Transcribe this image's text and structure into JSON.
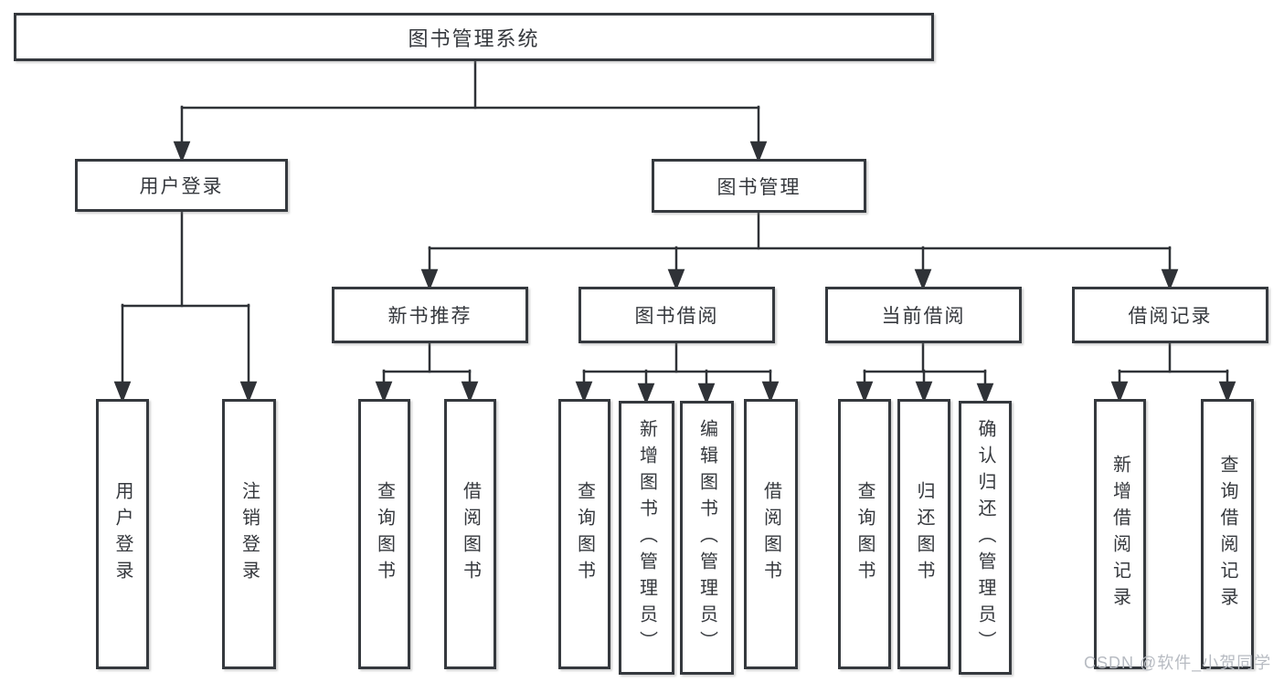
{
  "tree": {
    "root": "图书管理系统",
    "children": [
      {
        "label": "用户登录",
        "children": [
          "用户登录",
          "注销登录"
        ]
      },
      {
        "label": "图书管理",
        "children": [
          {
            "label": "新书推荐",
            "children": [
              "查询图书",
              "借阅图书"
            ]
          },
          {
            "label": "图书借阅",
            "children": [
              "查询图书",
              "新增图书（管理员）",
              "编辑图书（管理员）",
              "借阅图书"
            ]
          },
          {
            "label": "当前借阅",
            "children": [
              "查询图书",
              "归还图书",
              "确认归还（管理员）"
            ]
          },
          {
            "label": "借阅记录",
            "children": [
              "新增借阅记录",
              "查询借阅记录"
            ]
          }
        ]
      }
    ]
  },
  "watermark": {
    "text": "CSDN @软件_小贺同学",
    "color": "#b7bbc2"
  },
  "colors": {
    "line": "#2f3237",
    "box_border": "#35393e",
    "text": "#35383d",
    "watermark": "#b7bbc2",
    "background": "#ffffff"
  }
}
